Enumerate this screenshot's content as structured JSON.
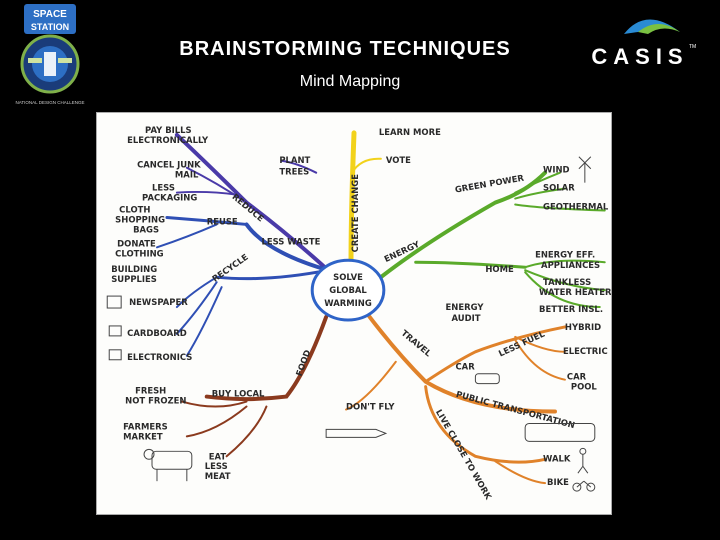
{
  "header": {
    "title": "BRAINSTORMING TECHNIQUES",
    "subtitle": "Mind Mapping"
  },
  "logos": {
    "left_top": "SPACE",
    "left_bottom": "STATION",
    "left_ring": "NATIONAL DESIGN CHALLENGE",
    "right_text": "CASIS",
    "right_tm": "TM"
  },
  "colors": {
    "purple": "#4a3aa8",
    "blue": "#2f4fb4",
    "yellow": "#f2d21b",
    "green": "#5aaa2a",
    "orange": "#e0822a",
    "brown": "#8b3a1e",
    "center_ring": "#2f64c8"
  },
  "mindmap": {
    "center": [
      "SOLVE",
      "GLOBAL",
      "WARMING"
    ],
    "branches": {
      "create_change": "CREATE CHANGE",
      "learn_more": "LEARN MORE",
      "vote": "VOTE",
      "energy": "ENERGY",
      "green_power": "GREEN POWER",
      "wind": "WIND",
      "solar": "SOLAR",
      "geothermal": "GEOTHERMAL",
      "home": "HOME",
      "energy_eff": "ENERGY EFF.",
      "appliances": "APPLIANCES",
      "tankless": "TANKLESS",
      "water_heater": "WATER HEATER",
      "better_insl": "BETTER INSL.",
      "energy_audit_1": "ENERGY",
      "energy_audit_2": "AUDIT",
      "less_waste": "LESS WASTE",
      "reduce": "REDUCE",
      "reuse": "REUSE",
      "recycle": "RECYCLE",
      "pay_bills_1": "PAY BILLS",
      "pay_bills_2": "ELECTRONICALLY",
      "cancel_junk_1": "CANCEL JUNK",
      "cancel_junk_2": "MAIL",
      "less_packaging_1": "LESS",
      "less_packaging_2": "PACKAGING",
      "cloth_bags_1": "CLOTH",
      "cloth_bags_2": "SHOPPING",
      "cloth_bags_3": "BAGS",
      "donate_1": "DONATE",
      "donate_2": "CLOTHING",
      "building_1": "BUILDING",
      "building_2": "SUPPLIES",
      "newspaper": "NEWSPAPER",
      "cardboard": "CARDBOARD",
      "electronics": "ELECTRONICS",
      "plant_trees_1": "PLANT",
      "plant_trees_2": "TREES",
      "food": "FOOD",
      "buy_local": "BUY LOCAL",
      "fresh_1": "FRESH",
      "fresh_2": "NOT FROZEN",
      "farmers_1": "FARMERS",
      "farmers_2": "MARKET",
      "eat_less_1": "EAT",
      "eat_less_2": "LESS",
      "eat_less_3": "MEAT",
      "travel": "TRAVEL",
      "car": "CAR",
      "less_fuel": "LESS FUEL",
      "hybrid": "HYBRID",
      "electric": "ELECTRIC",
      "car_pool_1": "CAR",
      "car_pool_2": "POOL",
      "dont_fly": "DON'T FLY",
      "public_transportation": "PUBLIC TRANSPORTATION",
      "live_close": "LIVE CLOSE TO WORK",
      "walk": "WALK",
      "bike": "BIKE"
    }
  }
}
